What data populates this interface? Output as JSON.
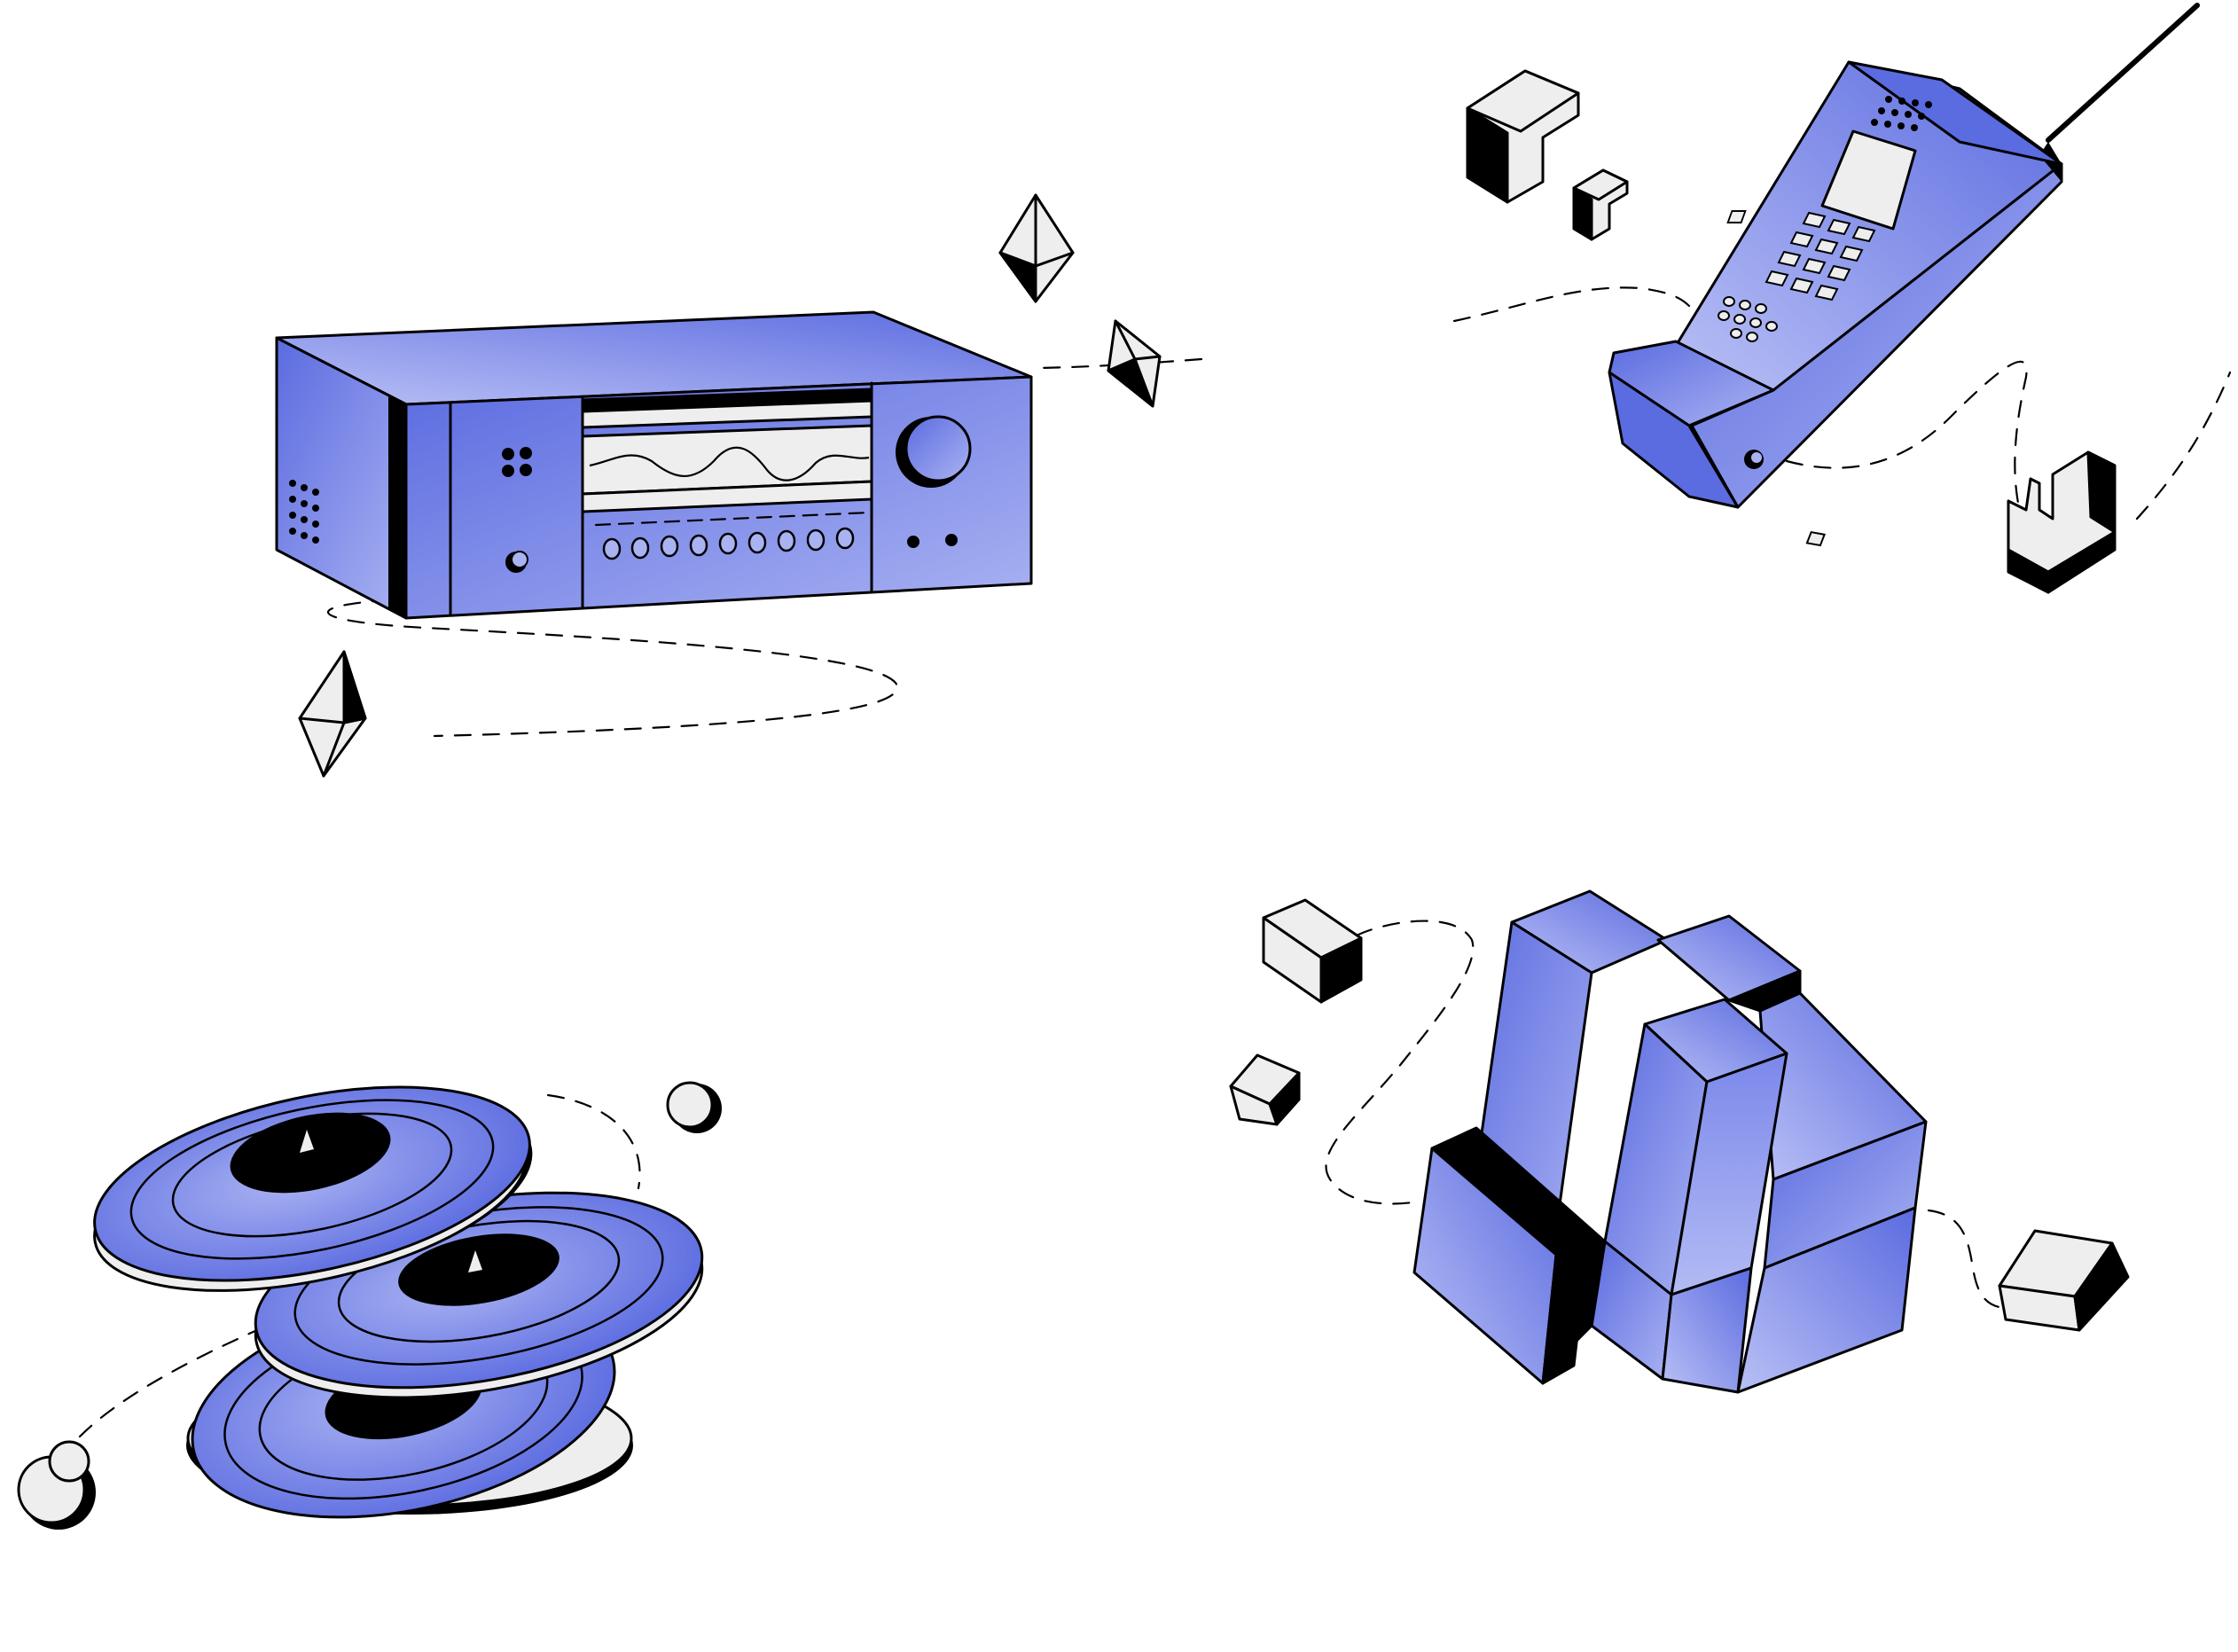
{
  "colors": {
    "accent": "#5b6be0",
    "accent_light": "#aab3f2",
    "paper": "#efeeee",
    "ink": "#000000",
    "background": "#ffffff"
  },
  "scene": {
    "items": [
      {
        "name": "stereo-receiver-illustration",
        "icon": "stereo-receiver-icon"
      },
      {
        "name": "brick-mobile-phone-illustration",
        "icon": "mobile-phone-icon"
      },
      {
        "name": "vinyl-records-illustration",
        "icon": "vinyl-record-icon"
      },
      {
        "name": "stacked-blocks-illustration",
        "icon": "cube-stack-icon"
      }
    ]
  }
}
